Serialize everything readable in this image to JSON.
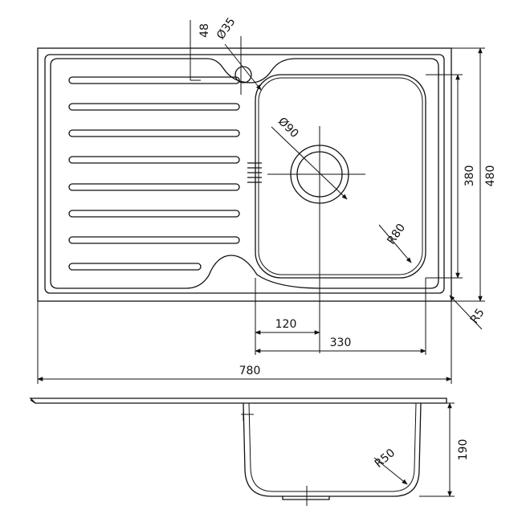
{
  "drawing": {
    "top_view": {
      "dim_hole_offset": "48",
      "dim_tap_hole": "Ø35",
      "dim_waste": "Ø90",
      "dim_bowl_radius": "R80",
      "dim_bowl_depth": "380",
      "dim_overall_depth": "480",
      "dim_corner_radius": "R5",
      "dim_waste_offset": "120",
      "dim_bowl_width": "330",
      "dim_overall_width": "780"
    },
    "side_view": {
      "dim_bowl_radius": "R50",
      "dim_height": "190"
    }
  }
}
